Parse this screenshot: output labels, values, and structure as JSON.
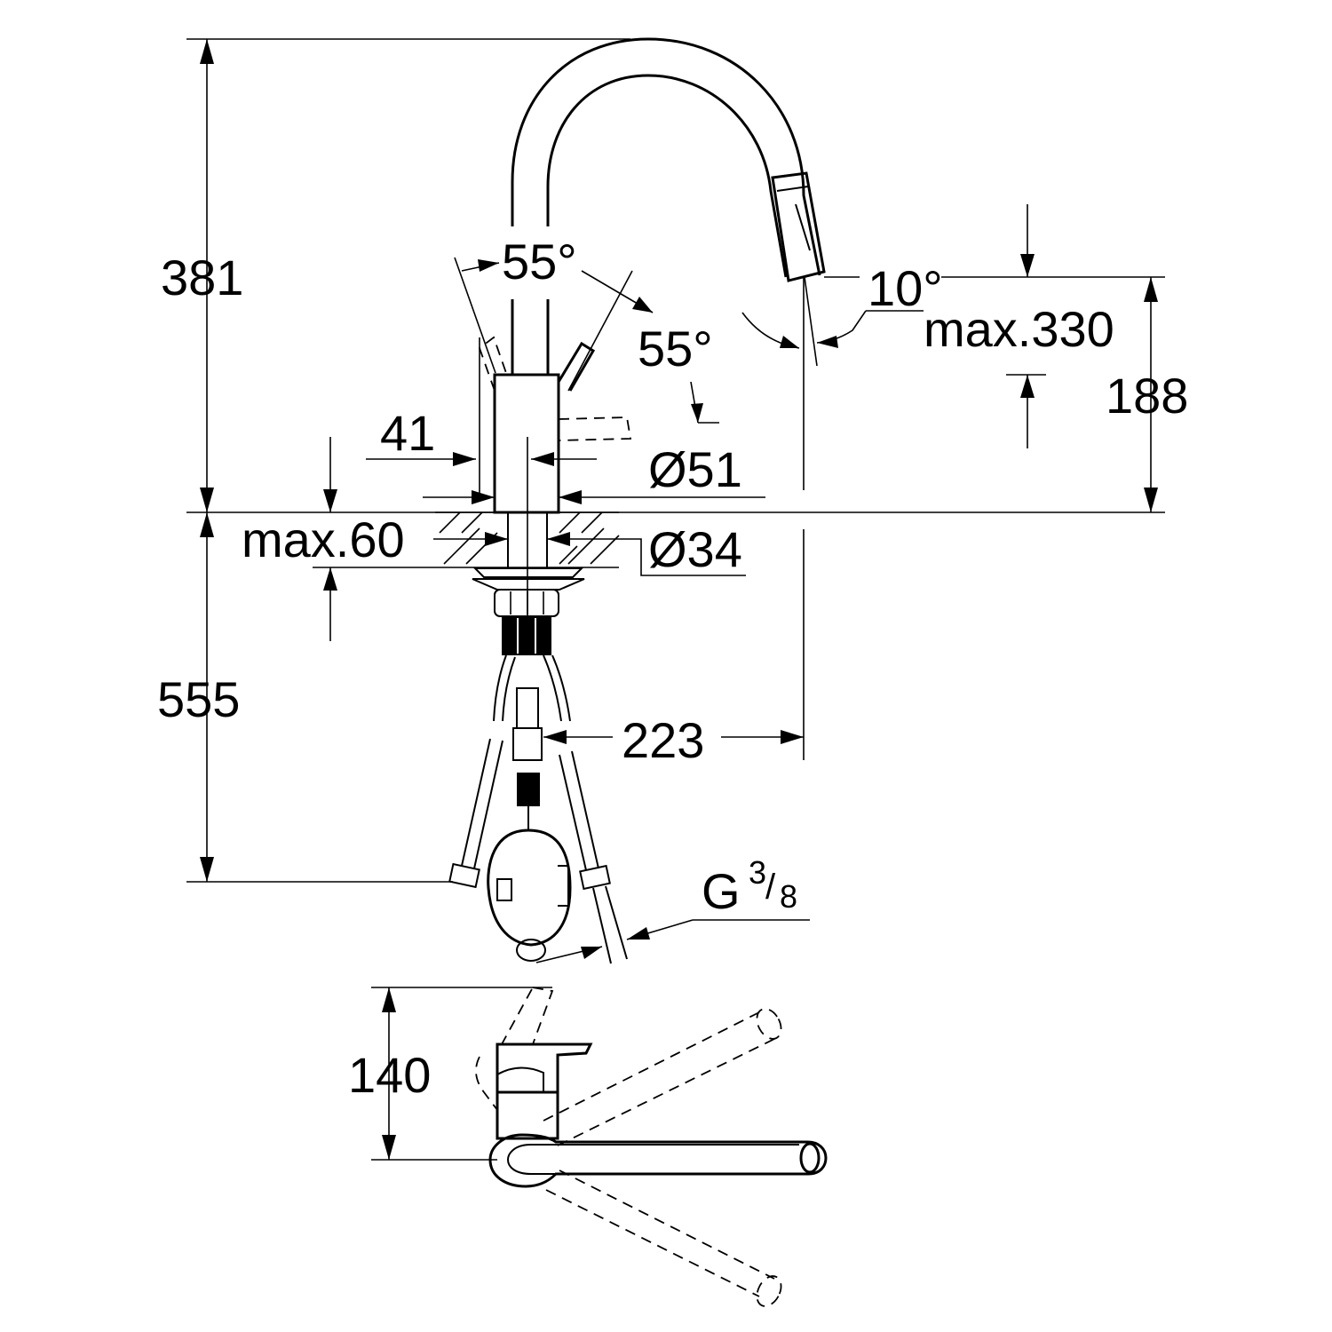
{
  "colors": {
    "line": "#000000",
    "background": "#ffffff"
  },
  "dimensions": {
    "height_above_deck": "381",
    "height_below_deck": "555",
    "handle_angle_left": "55°",
    "handle_angle_right": "55°",
    "spray_angle": "10°",
    "spout_height": "max.330",
    "spout_clearance": "188",
    "handle_offset": "41",
    "body_diameter": "Ø51",
    "thread_diameter": "Ø34",
    "deck_thickness": "max.60",
    "spout_reach": "223",
    "connection_thread_prefix": "G",
    "connection_thread_num": "3",
    "connection_thread_den": "8",
    "top_view_depth": "140"
  }
}
